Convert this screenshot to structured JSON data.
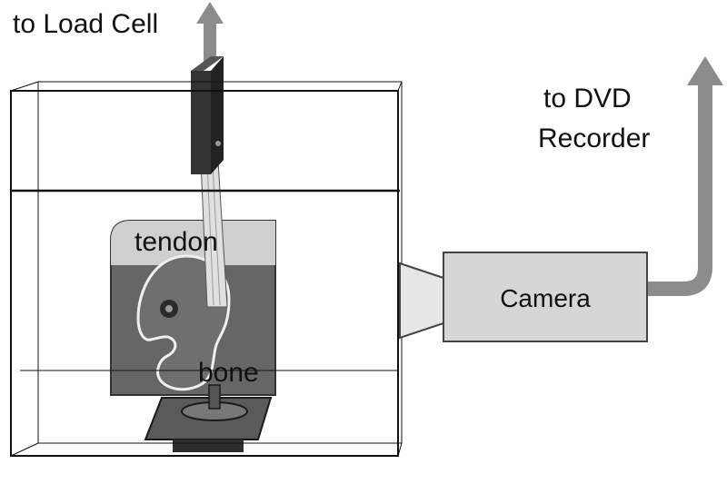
{
  "labels": {
    "load_cell": "to Load Cell",
    "dvd_line1": "to DVD",
    "dvd_line2": "Recorder",
    "tendon": "tendon",
    "bone": "bone",
    "camera": "Camera"
  },
  "colors": {
    "arrow": "#8c8c8c",
    "tank_line": "#111111",
    "plate": "#666666",
    "plate_top": "#cfcfcf",
    "load_cell": "#333333",
    "camera_body": "#d6d6d6",
    "bone": "#6f6f6f"
  }
}
